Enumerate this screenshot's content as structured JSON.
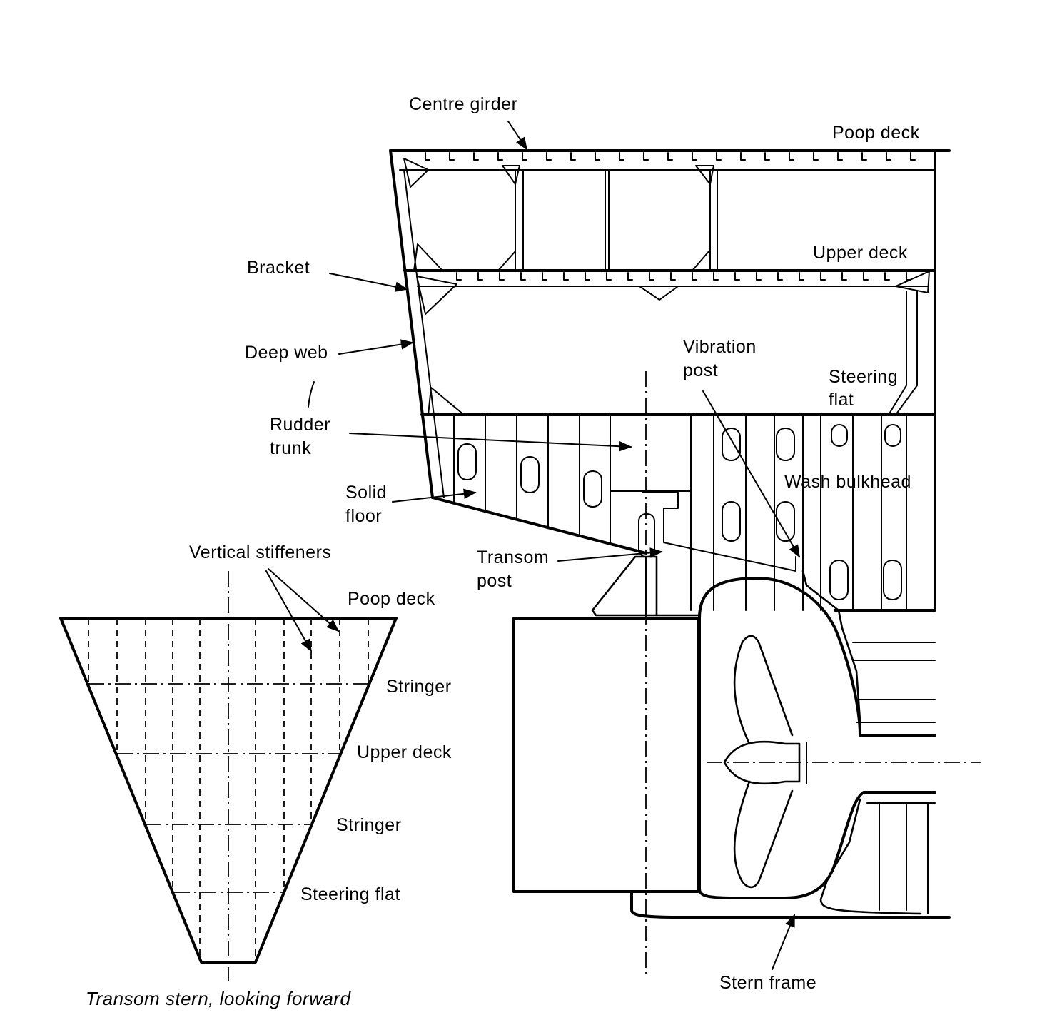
{
  "labels": {
    "centre_girder": "Centre girder",
    "poop_deck_main": "Poop deck",
    "upper_deck_main": "Upper deck",
    "bracket": "Bracket",
    "deep_web": "Deep web",
    "vibration_post_1": "Vibration",
    "vibration_post_2": "post",
    "steering_flat_1": "Steering",
    "steering_flat_2": "flat",
    "rudder_trunk_1": "Rudder",
    "rudder_trunk_2": "trunk",
    "wash_bulkhead": "Wash bulkhead",
    "solid_floor_1": "Solid",
    "solid_floor_2": "floor",
    "transom_post_1": "Transom",
    "transom_post_2": "post",
    "stern_frame": "Stern frame",
    "vertical_stiffeners": "Vertical stiffeners",
    "poop_deck_transom": "Poop deck",
    "stringer_1": "Stringer",
    "upper_deck_transom": "Upper deck",
    "stringer_2": "Stringer",
    "steering_flat_transom": "Steering flat"
  },
  "caption": "Transom stern, looking forward"
}
